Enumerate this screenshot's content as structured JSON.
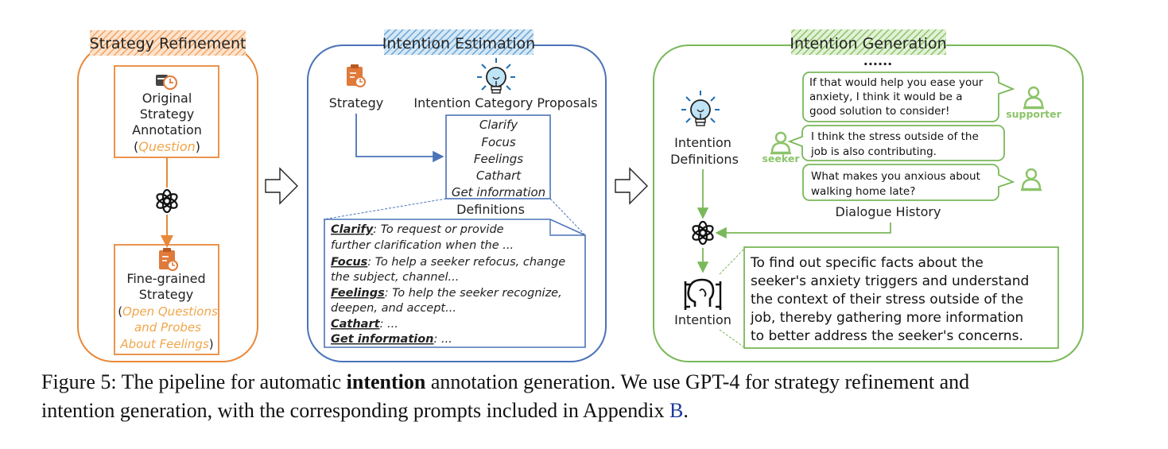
{
  "panels": {
    "strategy_refinement": {
      "title": "Strategy Refinement",
      "original_box": {
        "line1": "Original",
        "line2": "Strategy",
        "line3": "Annotation",
        "paren_open": "(",
        "example": "Question",
        "paren_close": ")"
      },
      "fine_box": {
        "line1": "Fine-grained",
        "line2": "Strategy",
        "paren_open": "(",
        "ex1": "Open Questions",
        "ex2": "and Probes",
        "ex3": "About  Feelings",
        "paren_close": ")"
      }
    },
    "intention_estimation": {
      "title": "Intention Estimation",
      "strategy_label": "Strategy",
      "proposals_label": "Intention Category Proposals",
      "categories": [
        "Clarify",
        "Focus",
        "Feelings",
        "Cathart",
        "Get information"
      ],
      "definitions_label": "Definitions",
      "definitions": [
        {
          "term": "Clarify",
          "l1": ": To request or provide",
          "l2": "further clarification when the ..."
        },
        {
          "term": "Focus",
          "l1": ": To help a seeker refocus, change",
          "l2": "the subject, channel..."
        },
        {
          "term": "Feelings",
          "l1": ": To help the seeker recognize,",
          "l2": "deepen, and accept..."
        },
        {
          "term": "Cathart",
          "l1": ": ...",
          "l2": ""
        },
        {
          "term": "Get information",
          "l1": ": ...",
          "l2": ""
        }
      ]
    },
    "intention_generation": {
      "title": "Intention Generation",
      "ellipsis": "......",
      "definitions_line1": "Intention",
      "definitions_line2": "Definitions",
      "dialogue": [
        {
          "speaker": "supporter",
          "lines": [
            "If that would help you ease your",
            "anxiety, I think it would be a",
            "good solution to consider!"
          ]
        },
        {
          "speaker": "seeker",
          "lines": [
            "I think the stress outside of the",
            "job is also contributing."
          ]
        },
        {
          "speaker": "",
          "lines": [
            "What makes you anxious about",
            "walking home late?"
          ]
        }
      ],
      "supporter_label": "supporter",
      "seeker_label": "seeker",
      "dialogue_history_label": "Dialogue History",
      "intention_label": "Intention",
      "output_lines": [
        "To find out specific facts about the",
        "seeker's anxiety triggers and understand",
        "the context of their stress outside of the",
        "job, thereby gathering more information",
        "to better address the seeker's concerns."
      ]
    }
  },
  "caption": {
    "prefix": "Figure 5: The pipeline for automatic ",
    "bold": "intention",
    "line1_rest": " annotation generation. We use GPT-4 for strategy refinement and",
    "line2": "intention generation, with the corresponding prompts included in Appendix ",
    "ref": "B",
    "end": "."
  },
  "colors": {
    "orange": "#e8893a",
    "orange_text": "#f0a64a",
    "blue": "#4a73b8",
    "green": "#7ab85a",
    "hatch_orange": "#f2b98a",
    "hatch_blue": "#7fb0d9",
    "hatch_green": "#9fcc7f"
  },
  "icons": [
    "strategy-clipboard-icon",
    "lightbulb-icon",
    "openai-logo-icon",
    "person-icon",
    "head-silhouette-icon",
    "hollow-arrow-icon"
  ]
}
